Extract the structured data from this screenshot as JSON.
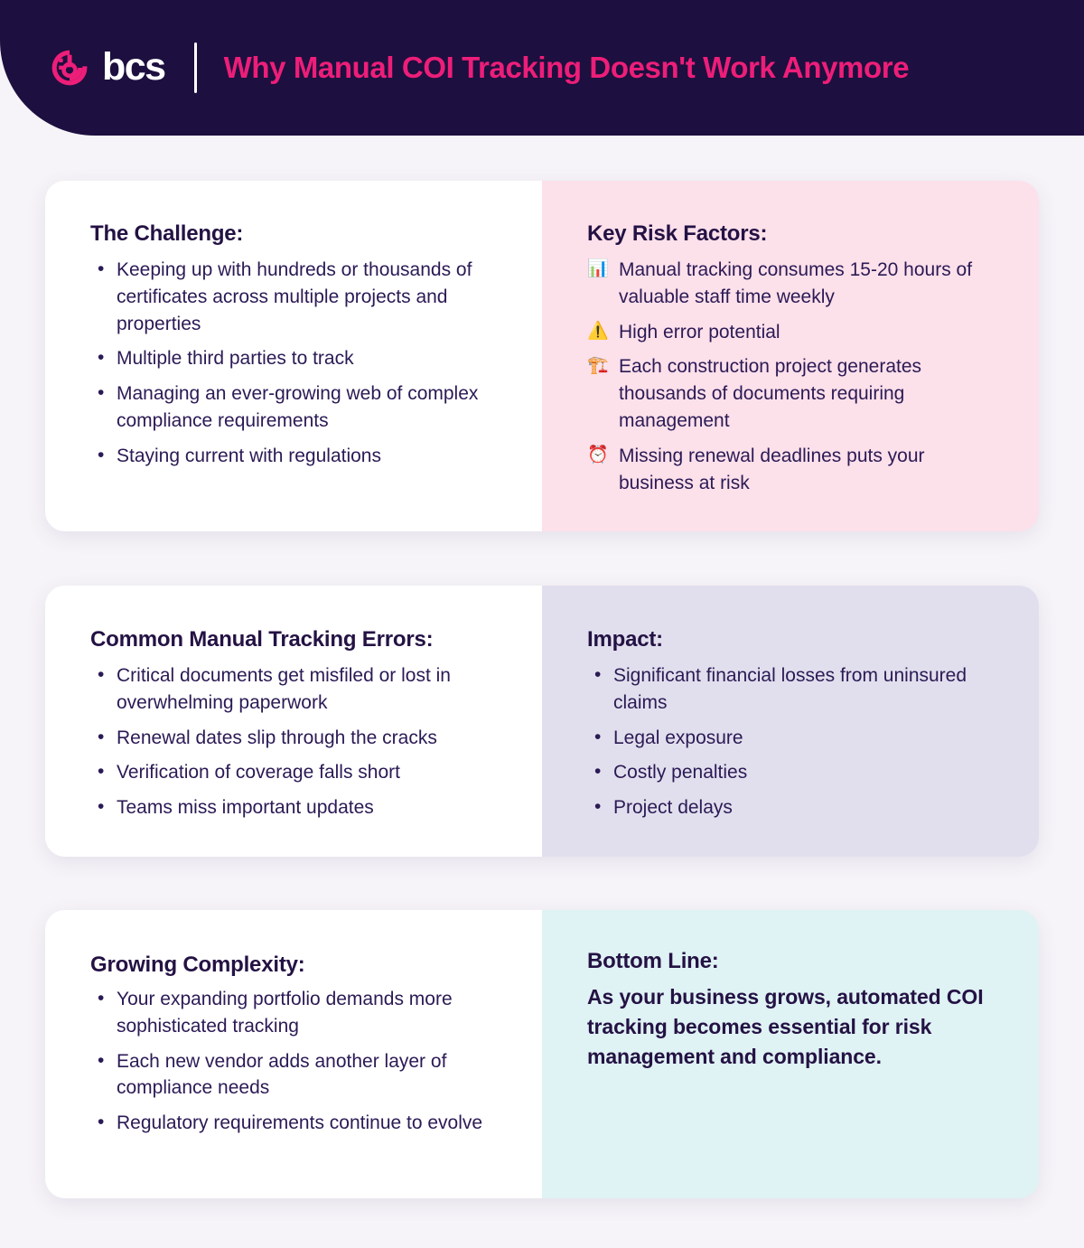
{
  "header": {
    "logo_icon": "bcs-circular-b-logo",
    "logo_word": "bcs",
    "title": "Why Manual COI Tracking Doesn't Work Anymore",
    "background_color": "#1d0f3f",
    "title_color": "#ed1e79"
  },
  "cards": [
    {
      "left": {
        "heading": "The Challenge:",
        "background_color": "#ffffff",
        "items": [
          "Keeping up with hundreds or thousands of certificates across multiple projects and properties",
          "Multiple third parties to track",
          "Managing an ever-growing web of complex compliance requirements",
          "Staying current with regulations"
        ]
      },
      "right": {
        "heading": "Key Risk Factors:",
        "background_color": "#fce0ea",
        "items": [
          {
            "icon": "bar-chart-emoji",
            "glyph": "📊",
            "text": "Manual tracking consumes 15-20 hours of valuable staff time weekly"
          },
          {
            "icon": "warning-emoji",
            "glyph": "⚠️",
            "text": "High error potential"
          },
          {
            "icon": "construction-crane-emoji",
            "glyph": "🏗️",
            "text": "Each construction project generates thousands of documents requiring management"
          },
          {
            "icon": "alarm-clock-emoji",
            "glyph": "⏰",
            "text": "Missing renewal deadlines puts your business at risk"
          }
        ]
      }
    },
    {
      "left": {
        "heading": "Common Manual Tracking Errors:",
        "background_color": "#ffffff",
        "items": [
          "Critical documents get misfiled or lost in overwhelming paperwork",
          "Renewal dates slip through the cracks",
          "Verification of coverage falls short",
          "Teams miss important updates"
        ]
      },
      "right": {
        "heading": "Impact:",
        "background_color": "#e1dfed",
        "items": [
          "Significant financial losses from uninsured claims",
          "Legal exposure",
          "Costly penalties",
          "Project delays"
        ]
      }
    },
    {
      "left": {
        "heading": "Growing Complexity:",
        "background_color": "#ffffff",
        "items": [
          "Your expanding portfolio demands more sophisticated tracking",
          "Each new vendor adds another layer of compliance needs",
          "Regulatory requirements continue to evolve"
        ]
      },
      "right": {
        "heading": "Bottom Line:",
        "background_color": "#dff2f4",
        "paragraph": "As your business grows, automated COI tracking becomes essential for risk management and compliance."
      }
    }
  ]
}
